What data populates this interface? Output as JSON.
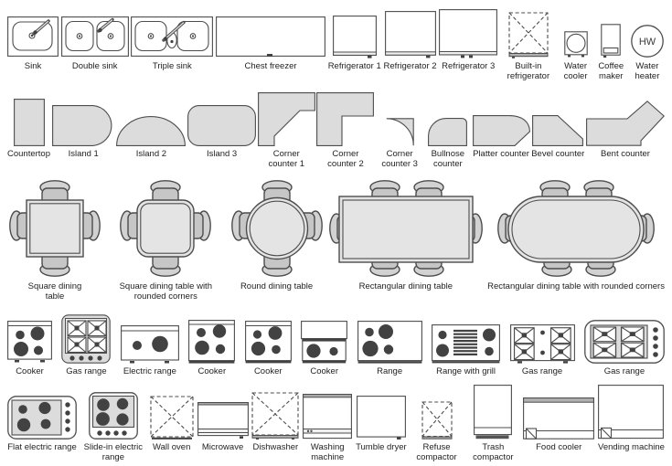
{
  "palette": {
    "background": "#ffffff",
    "outline": "#4d4d4d",
    "shape_fill": "#dcdcdc",
    "appliance_fill": "#ffffff",
    "burner_fill": "#424242",
    "table_fill": "#e4e4e4",
    "chair_seat_fill": "#c6c6c6",
    "chair_back_fill": "#d2d2d2",
    "label_color": "#1f1f1f"
  },
  "rows": [
    {
      "name": "sinks-and-refrigeration",
      "items": [
        {
          "label": "Sink"
        },
        {
          "label": "Double sink"
        },
        {
          "label": "Triple sink"
        },
        {
          "label": "Chest freezer"
        },
        {
          "label": "Refrigerator 1"
        },
        {
          "label": "Refrigerator 2"
        },
        {
          "label": "Refrigerator 3"
        },
        {
          "label": "Built-in refrigerator"
        },
        {
          "label": "Water cooler"
        },
        {
          "label": "Coffee maker"
        },
        {
          "label": "Water heater",
          "symbol_text": "HW"
        }
      ]
    },
    {
      "name": "counters-and-islands",
      "items": [
        {
          "label": "Countertop"
        },
        {
          "label": "Island 1"
        },
        {
          "label": "Island 2"
        },
        {
          "label": "Island 3"
        },
        {
          "label": "Corner counter 1"
        },
        {
          "label": "Corner counter 2"
        },
        {
          "label": "Corner counter 3"
        },
        {
          "label": "Bullnose counter"
        },
        {
          "label": "Platter counter"
        },
        {
          "label": "Bevel counter"
        },
        {
          "label": "Bent counter"
        }
      ]
    },
    {
      "name": "dining-tables",
      "items": [
        {
          "label": "Square dining table"
        },
        {
          "label": "Square dining table with rounded corners"
        },
        {
          "label": "Round dining table"
        },
        {
          "label": "Rectangular dining table"
        },
        {
          "label": "Rectangular dining table with rounded corners"
        }
      ]
    },
    {
      "name": "cookers-and-ranges",
      "items": [
        {
          "label": "Cooker"
        },
        {
          "label": "Gas range"
        },
        {
          "label": "Electric range"
        },
        {
          "label": "Cooker"
        },
        {
          "label": "Cooker"
        },
        {
          "label": "Cooker"
        },
        {
          "label": "Range"
        },
        {
          "label": "Range with grill"
        },
        {
          "label": "Gas range"
        },
        {
          "label": "Gas range"
        }
      ]
    },
    {
      "name": "other-appliances",
      "items": [
        {
          "label": "Flat electric range"
        },
        {
          "label": "Slide-in electric range"
        },
        {
          "label": "Wall oven"
        },
        {
          "label": "Microwave"
        },
        {
          "label": "Dishwasher"
        },
        {
          "label": "Washing machine"
        },
        {
          "label": "Tumble dryer"
        },
        {
          "label": "Refuse compactor"
        },
        {
          "label": "Trash compactor"
        },
        {
          "label": "Food cooler"
        },
        {
          "label": "Vending machine"
        }
      ]
    }
  ]
}
